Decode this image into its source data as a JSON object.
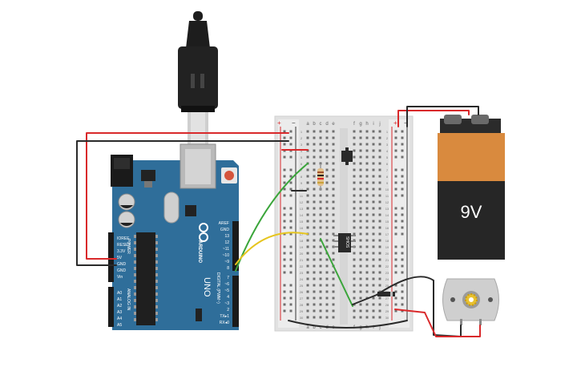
{
  "board": {
    "brand": "ARDUINO",
    "model": "UNO",
    "power_header": "POWER",
    "analog_header": "ANALOG IN",
    "digital_header": "DIGITAL (PWM~)",
    "power_pins": [
      "IOREF",
      "RESET",
      "3.3V",
      "5V",
      "GND",
      "GND",
      "Vin"
    ],
    "analog_pins": [
      "A0",
      "A1",
      "A2",
      "A3",
      "A4",
      "A5"
    ],
    "top_pins": [
      "AREF",
      "GND",
      "13",
      "12",
      "~11",
      "~10",
      "~9",
      "8"
    ],
    "bottom_pins": [
      "7",
      "~6",
      "~5",
      "4",
      "~3",
      "2",
      "TX▸1",
      "RX◂0"
    ]
  },
  "breadboard": {
    "col_letters_left": [
      "a",
      "b",
      "c",
      "d",
      "e"
    ],
    "col_letters_right": [
      "f",
      "g",
      "h",
      "i",
      "j"
    ],
    "rail_plus": "+",
    "rail_minus": "−",
    "row_count": 30
  },
  "sensor_chip": {
    "label": "SHOS"
  },
  "battery": {
    "label": "9V"
  },
  "colors": {
    "board_blue": "#2f6e9a",
    "wire_red": "#d9292b",
    "wire_black": "#2a2a2a",
    "wire_green": "#3aa53a",
    "wire_yellow": "#e6c51e",
    "battery_orange": "#d98a3e"
  }
}
